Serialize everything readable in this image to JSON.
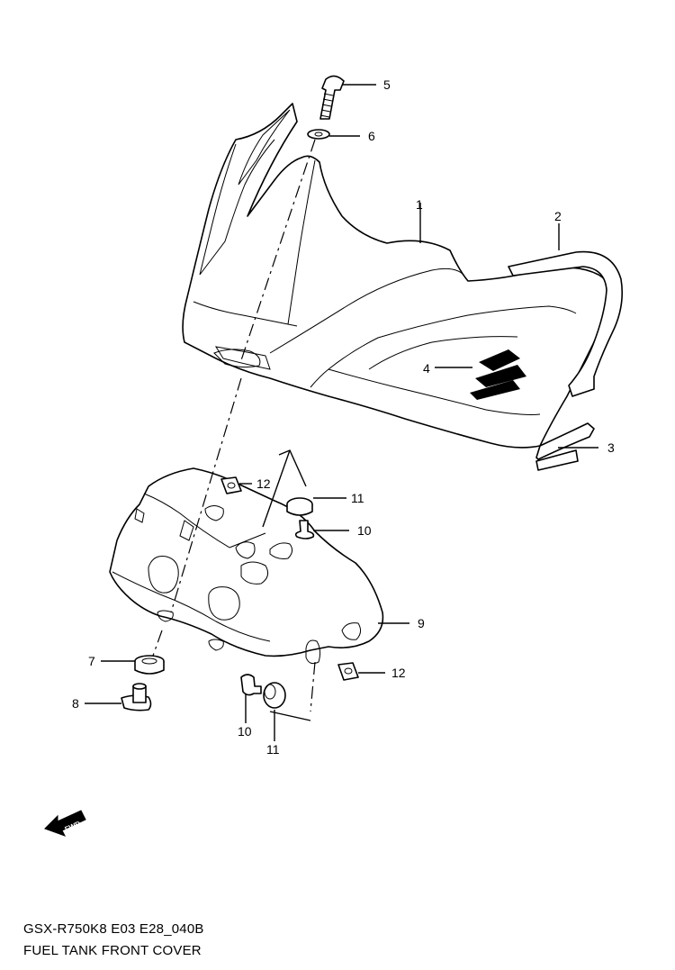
{
  "callouts": [
    {
      "id": "c1",
      "label": "1"
    },
    {
      "id": "c2",
      "label": "2"
    },
    {
      "id": "c3",
      "label": "3"
    },
    {
      "id": "c4",
      "label": "4"
    },
    {
      "id": "c5",
      "label": "5"
    },
    {
      "id": "c6",
      "label": "6"
    },
    {
      "id": "c7",
      "label": "7"
    },
    {
      "id": "c8",
      "label": "8"
    },
    {
      "id": "c9",
      "label": "9"
    },
    {
      "id": "c10a",
      "label": "10"
    },
    {
      "id": "c10b",
      "label": "10"
    },
    {
      "id": "c11a",
      "label": "11"
    },
    {
      "id": "c11b",
      "label": "11"
    },
    {
      "id": "c12a",
      "label": "12"
    },
    {
      "id": "c12b",
      "label": "12"
    }
  ],
  "fwd_arrow": {
    "label": "FWD",
    "icon": "fwd-arrow-icon"
  },
  "footer": {
    "code": "GSX-R750K8 E03 E28_040B",
    "title": "FUEL TANK FRONT COVER"
  }
}
